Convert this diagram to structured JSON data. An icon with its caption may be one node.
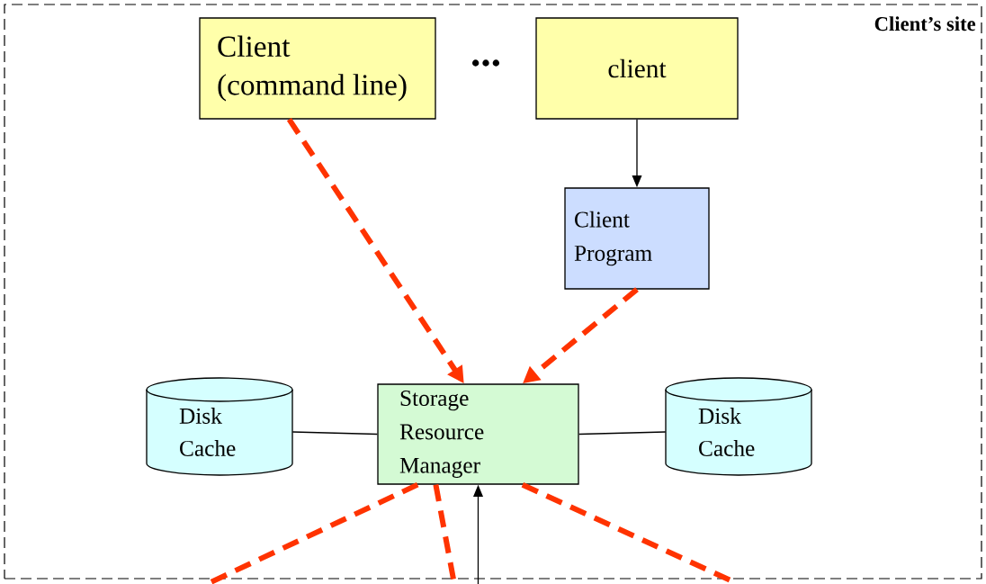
{
  "diagram": {
    "nodes": [
      {
        "text": [
          "Client’s site"
        ]
      },
      {
        "text": [
          "Client (command line)"
        ],
        "in": 0
      },
      {
        "text": [
          "client"
        ],
        "in": 0
      },
      {
        "text": [
          "Client Program"
        ],
        "in": 0
      },
      {
        "text": [
          "Disk Cache"
        ],
        "in": 0
      },
      {
        "text": [
          "Storage Resource Manager"
        ],
        "in": 0
      },
      {
        "text": [
          "Disk Cache"
        ],
        "in": 0
      }
    ],
    "edges": [
      {
        "from": 1,
        "to": 5,
        "arrow": "to",
        "style": "dashed",
        "color": "#ff3300"
      },
      {
        "from": 2,
        "to": 3,
        "arrow": "to",
        "color": "#000000"
      },
      {
        "from": 3,
        "to": 5,
        "arrow": "to",
        "style": "dashed",
        "color": "#ff3300"
      },
      {
        "from": 4,
        "to": 5,
        "arrow": "none",
        "color": "#000000"
      },
      {
        "from": 5,
        "to": 6,
        "arrow": "none",
        "color": "#000000"
      },
      {
        "from": 5,
        "to": null,
        "arrow": "none",
        "style": "dashed",
        "color": "#ff3300"
      },
      {
        "from": 5,
        "to": null,
        "arrow": "none",
        "style": "dashed",
        "color": "#ff3300"
      },
      {
        "from": 5,
        "to": null,
        "arrow": "none",
        "style": "dashed",
        "color": "#ff3300"
      },
      {
        "from": null,
        "to": 5,
        "arrow": "to",
        "color": "#000000"
      }
    ],
    "labels": [
      "..."
    ]
  }
}
